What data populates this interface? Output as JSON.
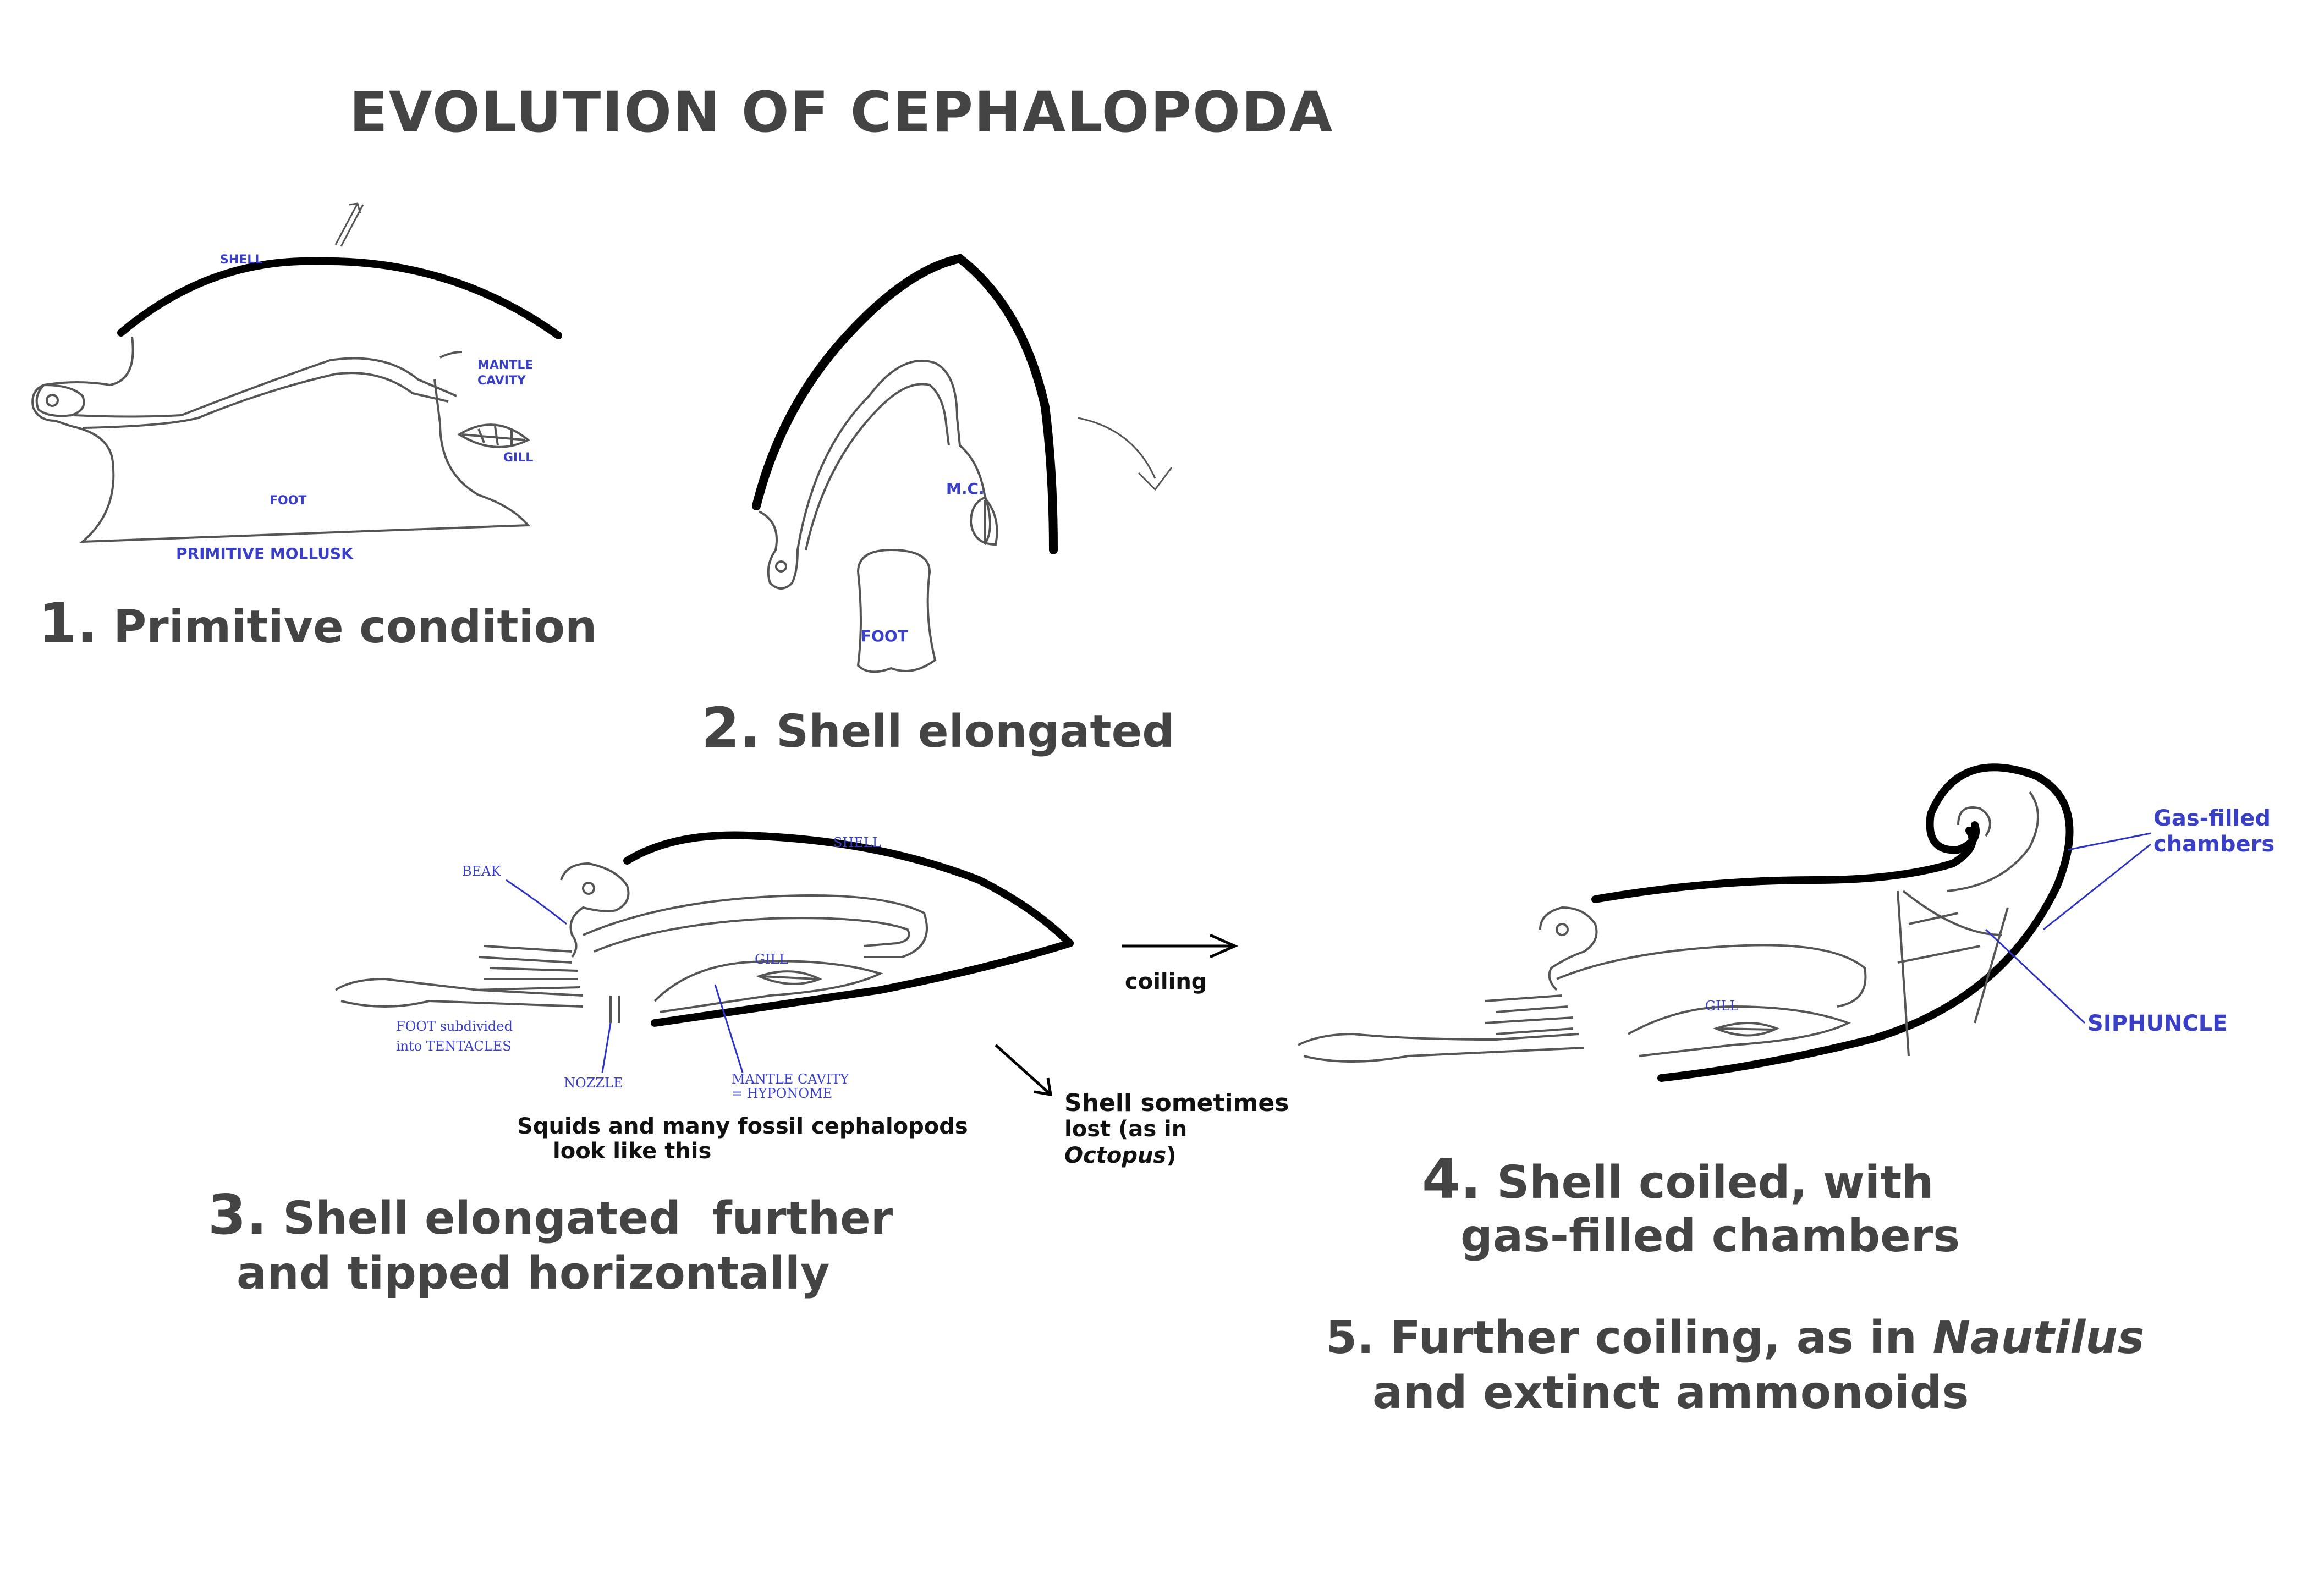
{
  "title": "EVOLUTION OF CEPHALOPODA",
  "stage1": {
    "number": "1.",
    "caption": "Primitive condition",
    "labels": {
      "shell": "SHELL",
      "mantle_cavity_line1": "MANTLE",
      "mantle_cavity_line2": "CAVITY",
      "gill": "GILL",
      "foot": "FOOT",
      "organism": "PRIMITIVE MOLLUSK"
    }
  },
  "stage2": {
    "number": "2.",
    "caption": "Shell elongated",
    "labels": {
      "mc": "M.C.",
      "foot": "FOOT"
    }
  },
  "stage3": {
    "number": "3.",
    "caption_line1": "Shell elongated  further",
    "caption_line2": "and tipped horizontally",
    "labels": {
      "shell": "SHELL",
      "beak": "BEAK",
      "gill": "GILL",
      "foot_line1": "FOOT subdivided",
      "foot_line2": "into TENTACLES",
      "nozzle": "NOZZLE",
      "mantle_line1": "MANTLE CAVITY",
      "mantle_line2": "= HYPONOME"
    },
    "note_line1": "Squids and many fossil cephalopods",
    "note_line2": "look like this",
    "coiling": "coiling",
    "lost_line1": "Shell sometimes",
    "lost_line2": "lost (as in",
    "lost_italic": "Octopus",
    "lost_close": ")"
  },
  "stage4": {
    "number": "4.",
    "caption_line1": "Shell coiled, with",
    "caption_line2": "gas-filled chambers",
    "labels": {
      "gill": "GILL",
      "gas_line1": "Gas-filled",
      "gas_line2": "chambers",
      "siphuncle": "SIPHUNCLE"
    }
  },
  "stage5": {
    "line1_prefix": "5. Further coiling, as in ",
    "line1_italic": "Nautilus",
    "line2": "and extinct ammonoids"
  },
  "colors": {
    "heading": "#444444",
    "label": "#3a3fc8",
    "ink": "#111111"
  }
}
